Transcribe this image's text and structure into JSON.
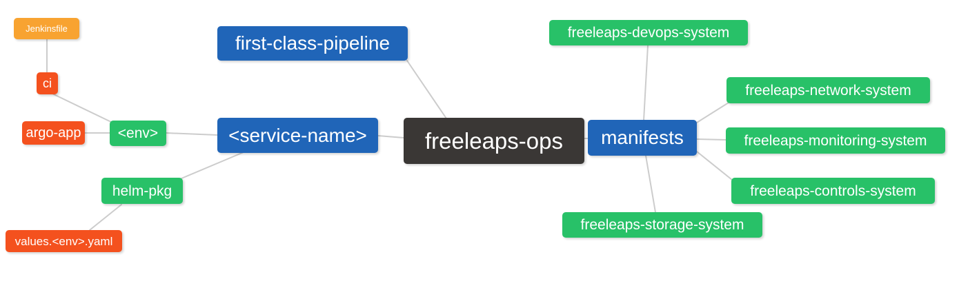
{
  "diagram": {
    "type": "mindmap",
    "root": "freeleaps-ops",
    "palette": {
      "blue": "#2065b8",
      "green": "#28c168",
      "red": "#f4511e",
      "orange": "#f8a331",
      "dark": "#3a3735",
      "edge": "#cccccc",
      "background": "#ffffff",
      "text": "#ffffff"
    },
    "nodes": [
      {
        "id": "jenkinsfile",
        "label": "Jenkinsfile",
        "color": "orange"
      },
      {
        "id": "ci",
        "label": "ci",
        "color": "red"
      },
      {
        "id": "argo-app",
        "label": "argo-app",
        "color": "red"
      },
      {
        "id": "env",
        "label": "<env>",
        "color": "green"
      },
      {
        "id": "helm-pkg",
        "label": "helm-pkg",
        "color": "green"
      },
      {
        "id": "values-env-yaml",
        "label": "values.<env>.yaml",
        "color": "red"
      },
      {
        "id": "first-class-pipeline",
        "label": "first-class-pipeline",
        "color": "blue"
      },
      {
        "id": "service-name",
        "label": "<service-name>",
        "color": "blue"
      },
      {
        "id": "freeleaps-ops",
        "label": "freeleaps-ops",
        "color": "dark"
      },
      {
        "id": "manifests",
        "label": "manifests",
        "color": "blue"
      },
      {
        "id": "freeleaps-devops-system",
        "label": "freeleaps-devops-system",
        "color": "green"
      },
      {
        "id": "freeleaps-network-system",
        "label": "freeleaps-network-system",
        "color": "green"
      },
      {
        "id": "freeleaps-monitoring-system",
        "label": "freeleaps-monitoring-system",
        "color": "green"
      },
      {
        "id": "freeleaps-controls-system",
        "label": "freeleaps-controls-system",
        "color": "green"
      },
      {
        "id": "freeleaps-storage-system",
        "label": "freeleaps-storage-system",
        "color": "green"
      }
    ],
    "edges": [
      {
        "from": "jenkinsfile",
        "to": "ci"
      },
      {
        "from": "ci",
        "to": "env"
      },
      {
        "from": "argo-app",
        "to": "env"
      },
      {
        "from": "env",
        "to": "service-name"
      },
      {
        "from": "helm-pkg",
        "to": "service-name"
      },
      {
        "from": "values-env-yaml",
        "to": "helm-pkg"
      },
      {
        "from": "first-class-pipeline",
        "to": "freeleaps-ops"
      },
      {
        "from": "service-name",
        "to": "freeleaps-ops"
      },
      {
        "from": "freeleaps-ops",
        "to": "manifests"
      },
      {
        "from": "manifests",
        "to": "freeleaps-devops-system"
      },
      {
        "from": "manifests",
        "to": "freeleaps-network-system"
      },
      {
        "from": "manifests",
        "to": "freeleaps-monitoring-system"
      },
      {
        "from": "manifests",
        "to": "freeleaps-controls-system"
      },
      {
        "from": "manifests",
        "to": "freeleaps-storage-system"
      }
    ]
  }
}
